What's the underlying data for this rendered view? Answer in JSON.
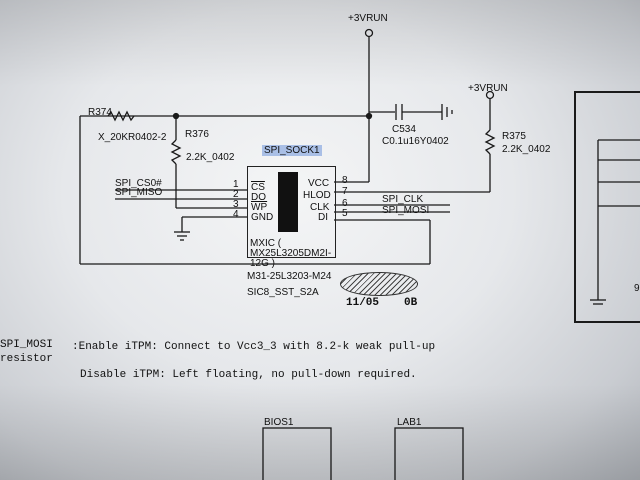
{
  "schematic": {
    "power": {
      "top": "+3VRUN",
      "right": "+3VRUN"
    },
    "r374": {
      "ref": "R374",
      "value": "X_20KR0402-2"
    },
    "r376": {
      "ref": "R376",
      "value": "2.2K_0402"
    },
    "r375": {
      "ref": "R375",
      "value": "2.2K_0402"
    },
    "c534": {
      "ref": "C534",
      "value": "C0.1u16Y0402"
    },
    "chip": {
      "title": "SPI_SOCK1",
      "part": "MXIC ( MX25L3205DM2I-12G )",
      "alt_part": "M31-25L3203-M24",
      "package": "SIC8_SST_S2A",
      "left_pins": [
        {
          "num": "1",
          "name": "CS"
        },
        {
          "num": "2",
          "name": "DO"
        },
        {
          "num": "3",
          "name": "WP"
        },
        {
          "num": "4",
          "name": "GND"
        }
      ],
      "right_pins": [
        {
          "num": "8",
          "name": "VCC"
        },
        {
          "num": "7",
          "name": "HLOD"
        },
        {
          "num": "6",
          "name": "CLK"
        },
        {
          "num": "5",
          "name": "DI"
        }
      ]
    },
    "nets": {
      "cs": "SPI_CS0#",
      "miso": "SPI_MISO",
      "clk": "SPI_CLK",
      "mosi": "SPI_MOSI"
    },
    "date_stamp": "11/05",
    "rev_stamp": "0B",
    "far_right_digit": "9"
  },
  "notes": {
    "label": "SPI_MOSI",
    "label_line2": "resistor",
    "enable": ":Enable iTPM: Connect to Vcc3_3 with 8.2-k   weak pull-up",
    "disable": "Disable iTPM: Left floating, no pull-down required."
  },
  "blocks": {
    "bios": "BIOS1",
    "lab": "LAB1"
  }
}
